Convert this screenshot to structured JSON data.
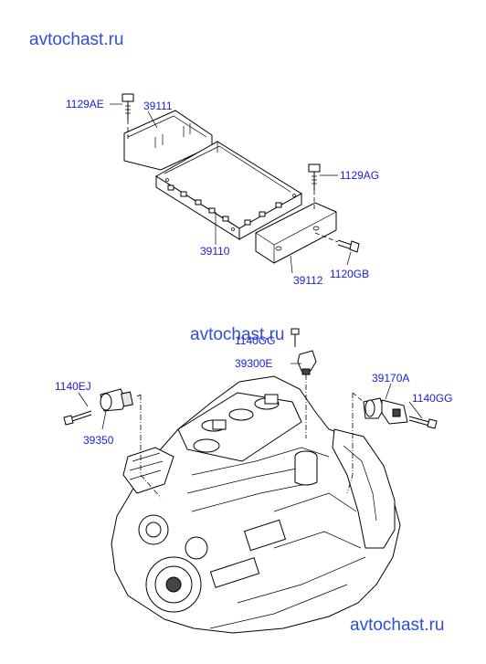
{
  "watermarks": {
    "top_left": "avtochast.ru",
    "middle": "avtochast.ru",
    "bottom_right": "avtochast.ru"
  },
  "part_labels": {
    "p1129AE": "1129AE",
    "p39111": "39111",
    "p1129AG": "1129AG",
    "p39110": "39110",
    "p39112": "39112",
    "p1120GB": "1120GB",
    "p1140GG_top": "1140GG",
    "p39300E": "39300E",
    "p1140EJ": "1140EJ",
    "p39350": "39350",
    "p39170A": "39170A",
    "p1140GG_right": "1140GG"
  }
}
